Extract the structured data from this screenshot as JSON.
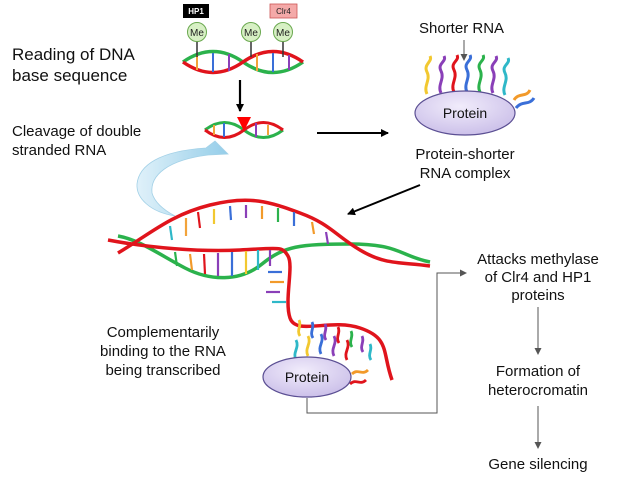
{
  "labels": {
    "reading_line1": "Reading of DNA",
    "reading_line2": "base sequence",
    "cleavage_line1": "Cleavage of double",
    "cleavage_line2": "stranded RNA",
    "shorter_rna": "Shorter RNA",
    "complex_line1": "Protein-shorter",
    "complex_line2": "RNA complex",
    "binding_line1": "Complementarily",
    "binding_line2": "binding to the RNA",
    "binding_line3": "being transcribed",
    "attacks_line1": "Attacks methylase",
    "attacks_line2": "of Clr4 and HP1",
    "attacks_line3": "proteins",
    "formation_line1": "Formation of",
    "formation_line2": "heterocromatin",
    "gene_silencing": "Gene silencing"
  },
  "badges": {
    "hp1": "HP1",
    "clr4": "Clr4",
    "me": "Me"
  },
  "proteins": {
    "top": "Protein",
    "bottom": "Protein"
  },
  "colors": {
    "dna_green": "#2bb24c",
    "rna_red": "#e0141c",
    "me_fill": "#d7f0c4",
    "protein_fill": "#d8cdf0",
    "hp1_fill": "#000000",
    "clr4_fill": "#f4a9a8",
    "curved_arrow": "#a9d8ee",
    "cleavage_marker": "#ff0000"
  }
}
